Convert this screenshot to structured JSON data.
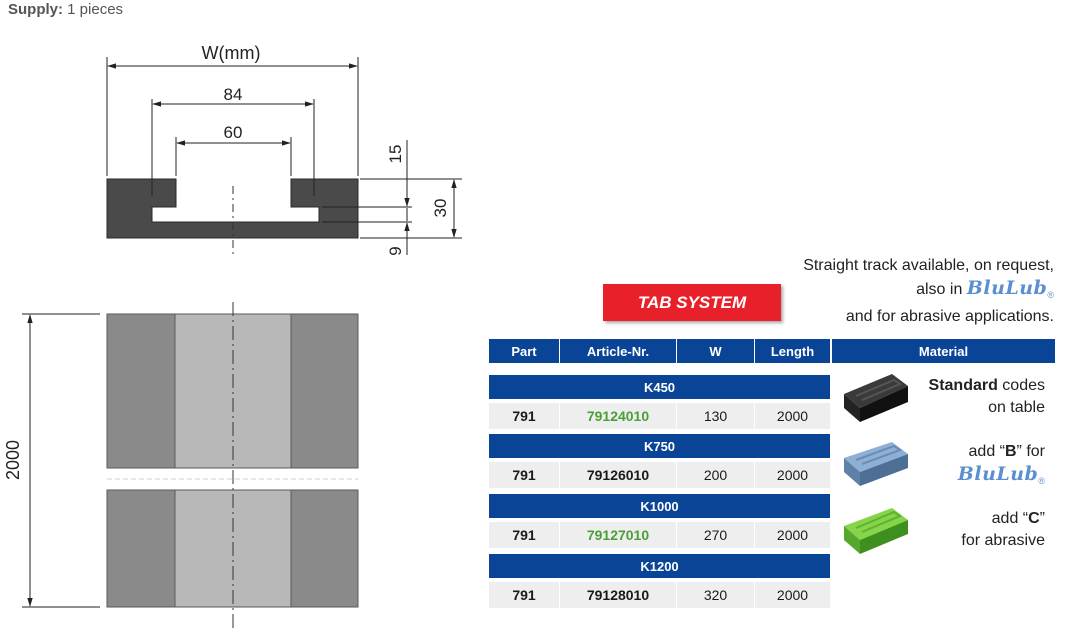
{
  "supply": {
    "label": "Supply:",
    "value": "1 pieces"
  },
  "drawing": {
    "width_label": "W(mm)",
    "dim_84": "84",
    "dim_60": "60",
    "dim_15": "15",
    "dim_30": "30",
    "dim_9": "9",
    "dim_2000": "2000"
  },
  "badge": {
    "label": "TAB SYSTEM"
  },
  "note": {
    "line1": "Straight track available, on request,",
    "line2_prefix": "also in",
    "brand": "BluLub",
    "reg": "®",
    "line3": "and for abrasive applications."
  },
  "table": {
    "headers": {
      "part": "Part",
      "article": "Article-Nr.",
      "w": "W",
      "length": "Length",
      "material": "Material"
    },
    "groups": [
      {
        "name": "K450",
        "part": "791",
        "article": "79124010",
        "w": "130",
        "length": "2000"
      },
      {
        "name": "K750",
        "part": "791",
        "article": "79126010",
        "w": "200",
        "length": "2000"
      },
      {
        "name": "K1000",
        "part": "791",
        "article": "79127010",
        "w": "270",
        "length": "2000"
      },
      {
        "name": "K1200",
        "part": "791",
        "article": "79128010",
        "w": "320",
        "length": "2000"
      }
    ]
  },
  "materials": {
    "standard_bold": "Standard",
    "standard_rest": " codes",
    "standard_line2": "on table",
    "blulub_prefix": "add “",
    "blulub_code": "B",
    "blulub_suffix": "” for",
    "blulub_brand": "BluLub",
    "blulub_reg": "®",
    "abrasive_prefix": "add “",
    "abrasive_code": "C",
    "abrasive_suffix": "”",
    "abrasive_line2": "for abrasive"
  },
  "colors": {
    "header_blue": "#0a4496",
    "badge_red": "#e8202a",
    "article_green": "#4aa036",
    "profile_dark": "#4a4a4a",
    "black_profile": "#1c1c1c",
    "blue_profile": "#6f8fb3",
    "green_profile": "#6ec43a"
  }
}
